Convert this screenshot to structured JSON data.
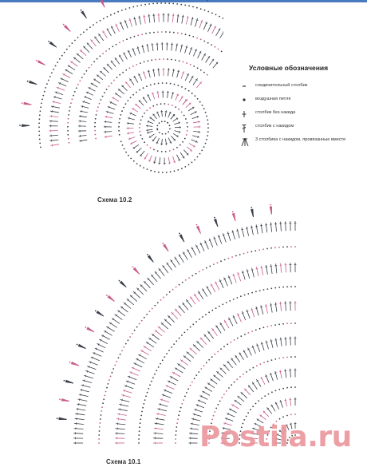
{
  "header_color": "#4a7bbf",
  "colors": {
    "pink": "#c75b8a",
    "dark": "#3a3f48"
  },
  "legend": {
    "title": "Условные обозначения",
    "items": [
      {
        "icon": "slip-stitch-icon",
        "label": "соединительный столбик"
      },
      {
        "icon": "chain-stitch-icon",
        "label": "воздушная петля"
      },
      {
        "icon": "single-crochet-icon",
        "label": "столбик без накида"
      },
      {
        "icon": "double-crochet-icon",
        "label": "столбик с накидом"
      },
      {
        "icon": "dc3tog-icon",
        "label": "3 столбика с накидом, провязанные вместе"
      }
    ]
  },
  "captions": {
    "scheme_top": "Схема 10.2",
    "scheme_bottom": "Схема 10.1"
  },
  "watermark": "Postila.ru"
}
